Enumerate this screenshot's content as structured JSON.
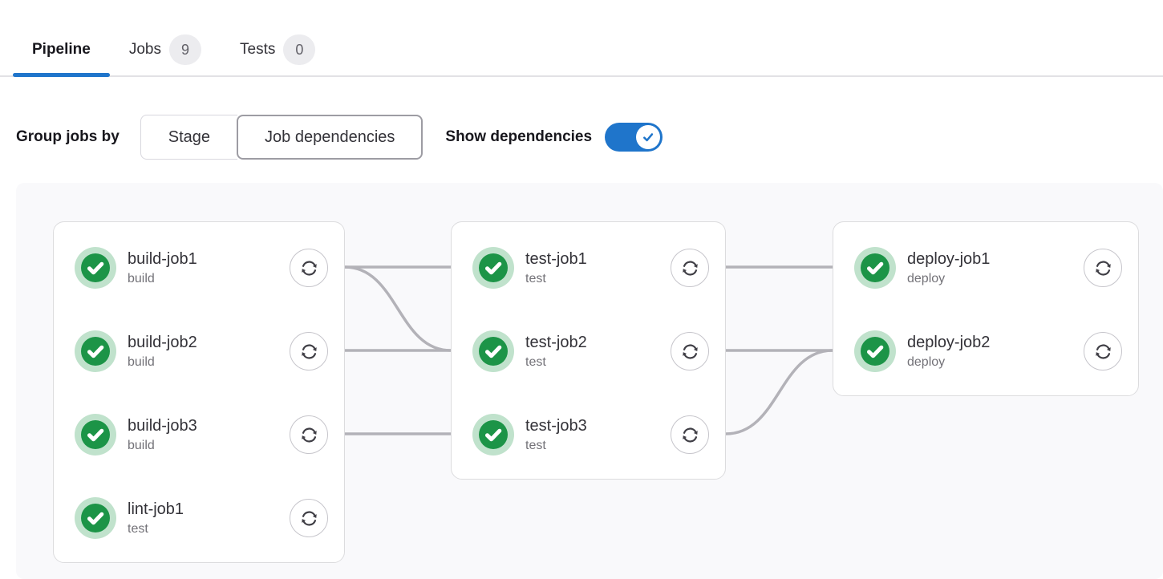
{
  "tabs": [
    {
      "label": "Pipeline",
      "active": true
    },
    {
      "label": "Jobs",
      "badge": "9",
      "active": false
    },
    {
      "label": "Tests",
      "badge": "0",
      "active": false
    }
  ],
  "controls": {
    "group_label": "Group jobs by",
    "group_options": [
      {
        "label": "Stage",
        "selected": false
      },
      {
        "label": "Job dependencies",
        "selected": true
      }
    ],
    "show_dependencies_label": "Show dependencies",
    "show_dependencies_on": true
  },
  "colors": {
    "accent": "#1f75cb",
    "success": "#1c9447",
    "success_ring": "#c0e2cc",
    "dependency_line": "#b3b2b8"
  },
  "graph": {
    "columns": [
      {
        "jobs": [
          {
            "name": "build-job1",
            "stage": "build",
            "status": "success"
          },
          {
            "name": "build-job2",
            "stage": "build",
            "status": "success"
          },
          {
            "name": "build-job3",
            "stage": "build",
            "status": "success"
          },
          {
            "name": "lint-job1",
            "stage": "test",
            "status": "success"
          }
        ]
      },
      {
        "jobs": [
          {
            "name": "test-job1",
            "stage": "test",
            "status": "success"
          },
          {
            "name": "test-job2",
            "stage": "test",
            "status": "success"
          },
          {
            "name": "test-job3",
            "stage": "test",
            "status": "success"
          }
        ]
      },
      {
        "jobs": [
          {
            "name": "deploy-job1",
            "stage": "deploy",
            "status": "success"
          },
          {
            "name": "deploy-job2",
            "stage": "deploy",
            "status": "success"
          }
        ]
      }
    ],
    "links": [
      {
        "from": "build-job1",
        "to": "test-job1"
      },
      {
        "from": "build-job1",
        "to": "test-job2"
      },
      {
        "from": "build-job2",
        "to": "test-job2"
      },
      {
        "from": "build-job3",
        "to": "test-job3"
      },
      {
        "from": "test-job1",
        "to": "deploy-job1"
      },
      {
        "from": "test-job2",
        "to": "deploy-job2"
      },
      {
        "from": "test-job3",
        "to": "deploy-job2"
      }
    ]
  }
}
